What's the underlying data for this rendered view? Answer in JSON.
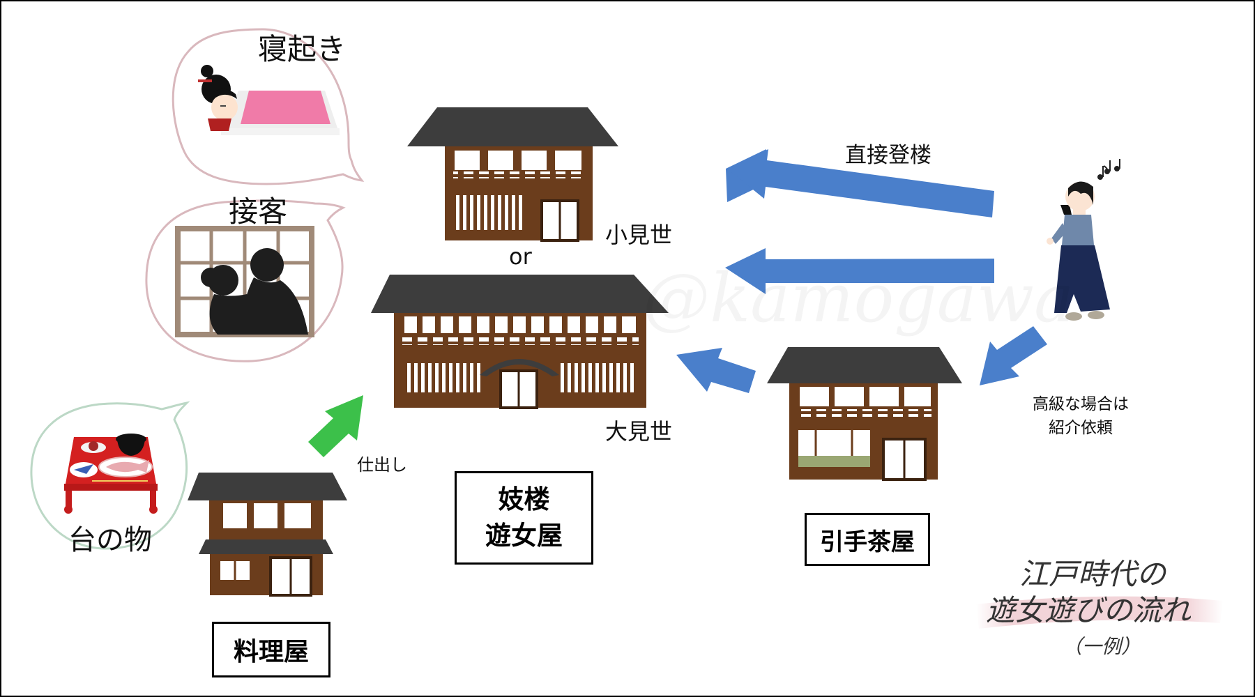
{
  "diagram": {
    "bubbles": {
      "waking": "寝起き",
      "service": "接客",
      "dishes": "台の物"
    },
    "houses": {
      "small_shop": "小見世",
      "or_label": "or",
      "large_shop": "大見世"
    },
    "boxes": {
      "brothel_line1": "妓楼",
      "brothel_line2": "遊女屋",
      "restaurant": "料理屋",
      "teahouse": "引手茶屋"
    },
    "arrows": {
      "catering": "仕出し",
      "direct_visit": "直接登楼",
      "introduction_line1": "高級な場合は",
      "introduction_line2": "紹介依頼"
    },
    "caption": {
      "line1": "江戸時代の",
      "line2": "遊女遊びの流れ",
      "line3": "（一例）"
    },
    "watermark": "@kamogawa",
    "colors": {
      "arrow_blue": "#4a7fcb",
      "arrow_green": "#3cc04a",
      "wood": "#6b3d1c",
      "roof": "#3d3d3d",
      "futon": "#f07ba8",
      "tray_red": "#d42020",
      "kimono_blue": "#6f88aa",
      "hakama_navy": "#1c2a55"
    }
  }
}
